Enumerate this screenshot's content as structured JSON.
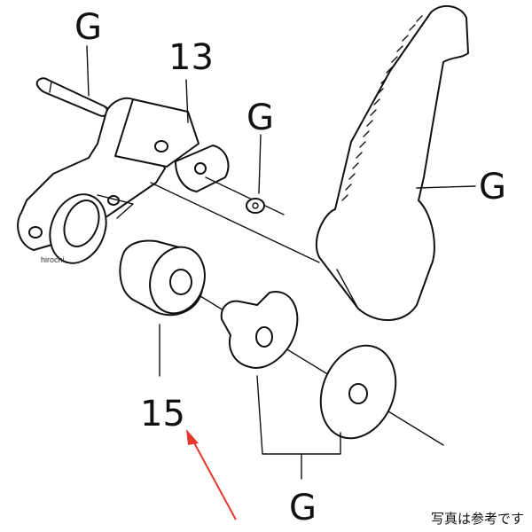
{
  "labels": {
    "g_top": "G",
    "g_part13": "13",
    "g_bolt": "G",
    "g_pedal": "G",
    "g_washer": "G",
    "part15": "15"
  },
  "watermark": "hirochi",
  "caption": "写真は参考です",
  "colors": {
    "ink": "#111111",
    "arrow": "#e8372c",
    "background": "#ffffff"
  }
}
